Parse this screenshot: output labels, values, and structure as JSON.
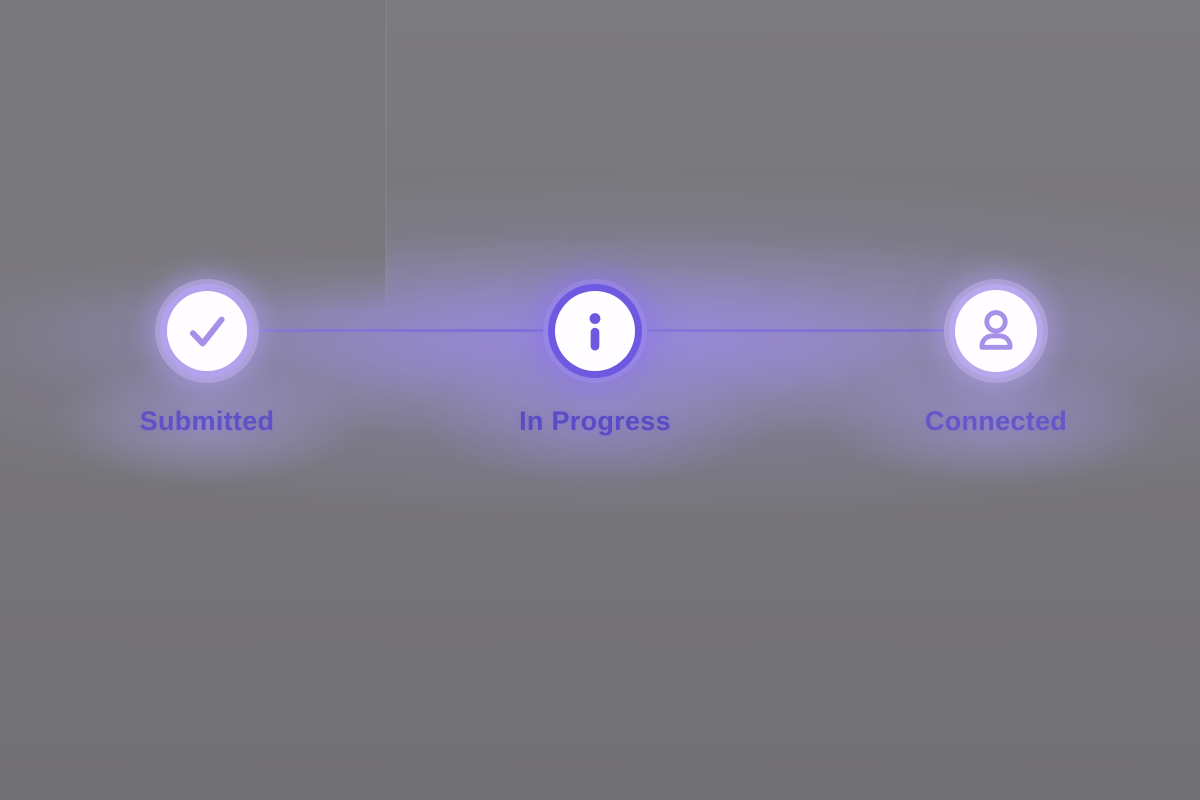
{
  "stepper": {
    "steps": [
      {
        "label": "Submitted",
        "state": "completed",
        "icon": "check-icon"
      },
      {
        "label": "In Progress",
        "state": "active",
        "icon": "info-icon"
      },
      {
        "label": "Connected",
        "state": "upcoming",
        "icon": "user-icon"
      }
    ]
  },
  "colors": {
    "accent_active": "#6d5ae0",
    "ring_light": "#b2a2ec",
    "icon_light": "#a78fe8",
    "label_text": "#5f51c6",
    "connector": "#8374d8",
    "circle_fill": "#ffffff",
    "background_gray": "#77767a",
    "glow_purple": "#a99cf0"
  }
}
